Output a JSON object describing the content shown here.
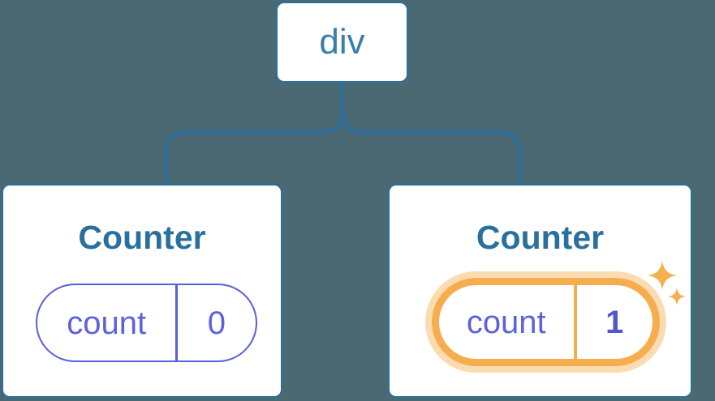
{
  "diagram": {
    "description": "React component tree with state",
    "background": "#4a6972",
    "root": {
      "label": "div"
    },
    "components": [
      {
        "title": "Counter",
        "state_name": "count",
        "state_value": "0",
        "highlighted": false
      },
      {
        "title": "Counter",
        "state_name": "count",
        "state_value": "1",
        "highlighted": true
      }
    ],
    "colors": {
      "card_border": "#2a709f",
      "connector_line": "#2a709f",
      "component_title": "#2a709f",
      "root_label": "#3c7da9",
      "state_pill_border": "#5a5edb",
      "state_text": "#5d61de",
      "highlight_border": "#f5ad4f",
      "highlight_glow": "#fbdcb0",
      "sparkle": "#f5b04e"
    }
  }
}
